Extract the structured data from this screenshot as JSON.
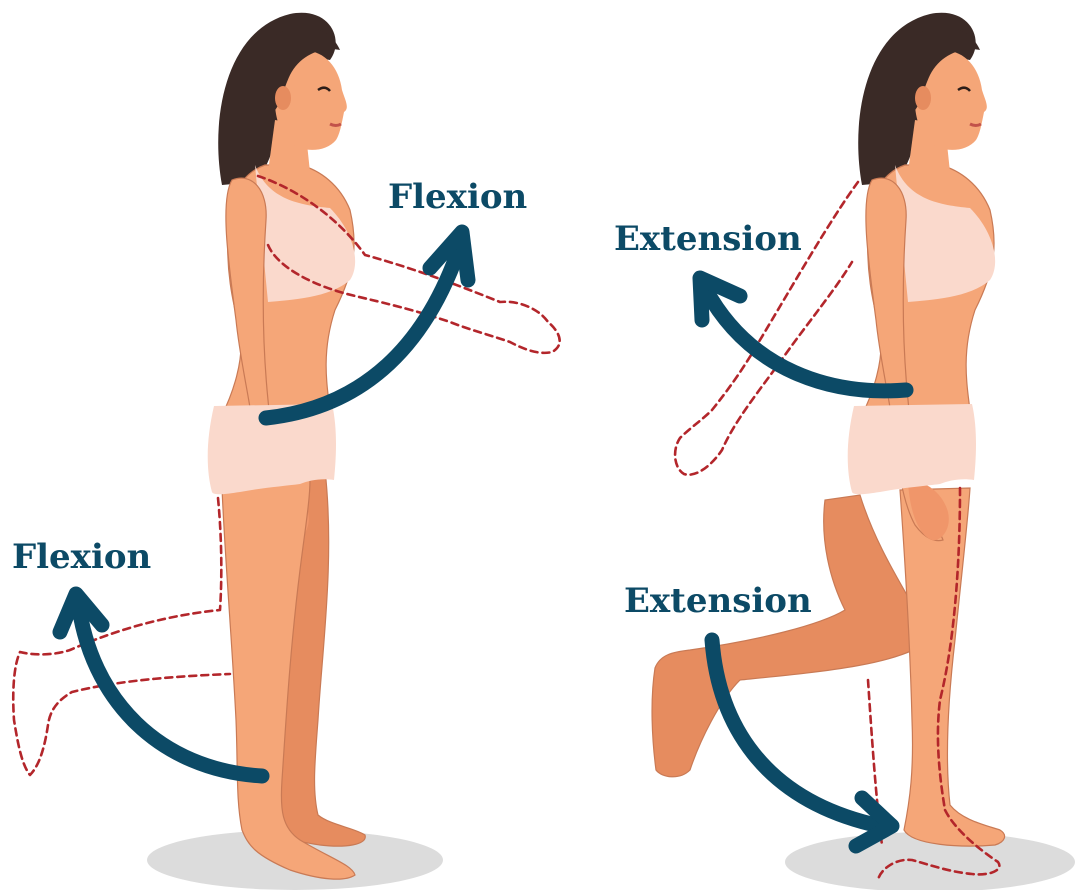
{
  "labels": {
    "left_arm": "Flexion",
    "left_leg": "Flexion",
    "right_arm": "Extension",
    "right_leg": "Extension"
  },
  "colors": {
    "arrow": "#0c4a66",
    "label": "#0c4a66",
    "ghost_outline": "#b3262b",
    "skin": "#f5a678",
    "skin_shadow": "#e58a5e",
    "hair": "#3a2a26",
    "underwear": "#fad9cc",
    "floor_shadow": "#dcdcdc"
  },
  "icons": {
    "left_arm_arrow": "curved-arrow-up",
    "left_leg_arrow": "curved-arrow-up",
    "right_arm_arrow": "curved-arrow-back",
    "right_leg_arrow": "curved-arrow-down"
  }
}
